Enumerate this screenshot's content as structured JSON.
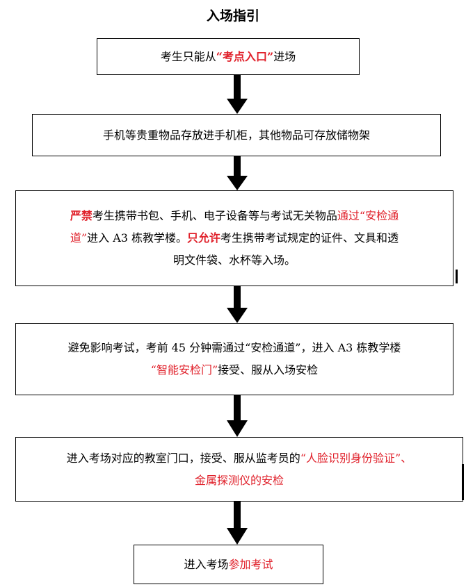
{
  "title": "入场指引",
  "steps": [
    {
      "lines": [
        [
          {
            "text": "考生只能从",
            "style": "normal"
          },
          {
            "text": "“考点入口”",
            "style": "redb"
          },
          {
            "text": "进场",
            "style": "normal"
          }
        ]
      ]
    },
    {
      "lines": [
        [
          {
            "text": "手机等贵重物品存放进手机柜，其他物品可存放储物架",
            "style": "normal"
          }
        ]
      ]
    },
    {
      "lines": [
        [
          {
            "text": "严禁",
            "style": "redb"
          },
          {
            "text": "考生携带书包、手机、电子设备等与考试无关物品",
            "style": "normal"
          },
          {
            "text": "通过“安检通",
            "style": "red"
          }
        ],
        [
          {
            "text": "道”",
            "style": "red"
          },
          {
            "text": "进入 A3 栋教学楼。",
            "style": "normal"
          },
          {
            "text": "只允许",
            "style": "redb"
          },
          {
            "text": "考生携带考试规定的证件、文具和透",
            "style": "normal"
          }
        ],
        [
          {
            "text": "明文件袋、水杯等入场。",
            "style": "normal"
          }
        ]
      ]
    },
    {
      "lines": [
        [
          {
            "text": "避免影响考试，考前 45 分钟需通过“安检通道”，进入 A3 栋教学楼",
            "style": "normal"
          }
        ],
        [
          {
            "text": "“智能安检门”",
            "style": "red"
          },
          {
            "text": "接受、服从入场安检",
            "style": "normal"
          }
        ]
      ]
    },
    {
      "lines": [
        [
          {
            "text": "进入考场对应的教室门口，接受、服从监考员的",
            "style": "normal"
          },
          {
            "text": "“人脸识别身份验证”、",
            "style": "red"
          }
        ],
        [
          {
            "text": "金属探测仪的安检",
            "style": "red"
          }
        ]
      ]
    },
    {
      "lines": [
        [
          {
            "text": "进入考场",
            "style": "normal"
          },
          {
            "text": "参加考试",
            "style": "red"
          }
        ]
      ]
    }
  ]
}
